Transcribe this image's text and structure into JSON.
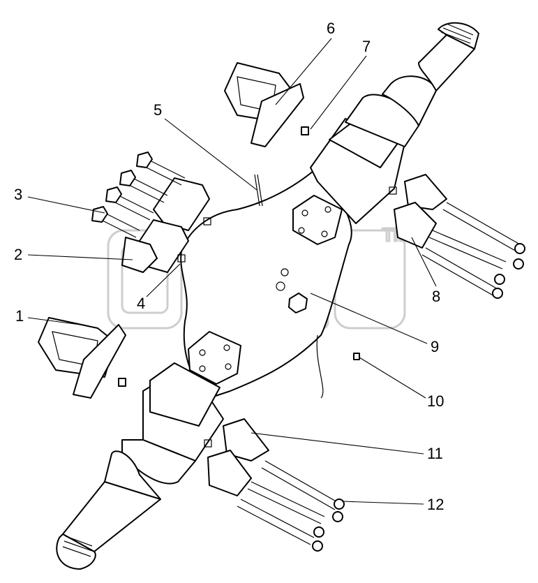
{
  "watermark": {
    "text": "ЗПСР",
    "trademark": "TM"
  },
  "callouts": [
    {
      "id": "1",
      "label": "1"
    },
    {
      "id": "2",
      "label": "2"
    },
    {
      "id": "3",
      "label": "3"
    },
    {
      "id": "4",
      "label": "4"
    },
    {
      "id": "5",
      "label": "5"
    },
    {
      "id": "6",
      "label": "6"
    },
    {
      "id": "7",
      "label": "7"
    },
    {
      "id": "8",
      "label": "8"
    },
    {
      "id": "9",
      "label": "9"
    },
    {
      "id": "10",
      "label": "10"
    },
    {
      "id": "11",
      "label": "11"
    },
    {
      "id": "12",
      "label": "12"
    }
  ]
}
